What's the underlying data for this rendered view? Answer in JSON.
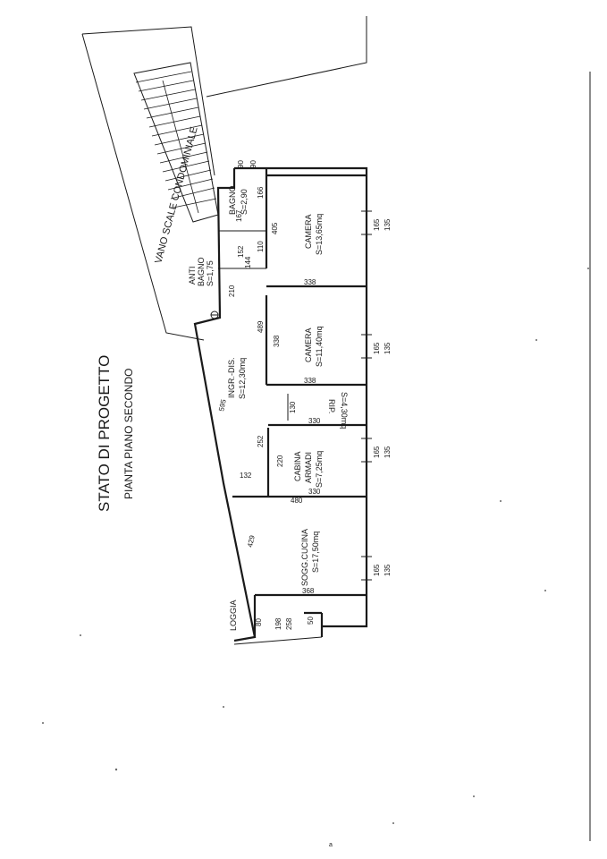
{
  "title": "STATO DI PROGETTO",
  "subtitle": "PIANTA PIANO SECONDO",
  "stair_label": "VANO SCALE CONDOMINIALE",
  "rooms": {
    "bagno": {
      "name": "BAGNO",
      "area": "S=2,90"
    },
    "antibagno": {
      "name1": "ANTI",
      "name2": "BAGNO",
      "area": "S=1,75"
    },
    "camera1": {
      "name": "CAMERA",
      "area": "S=13,65mq"
    },
    "camera2": {
      "name": "CAMERA",
      "area": "S=11,40mq"
    },
    "ingresso": {
      "name": "INGR.-DIS.",
      "area": "S=12,30mq"
    },
    "ripostiglio": {
      "name": "RIP.",
      "area": "S=4,30mq"
    },
    "cabina": {
      "name1": "CABINA",
      "name2": "ARMADI",
      "area": "S=7,25mq"
    },
    "soggiorno": {
      "name": "SOGG.CUCINA",
      "area": "S=17,50mq"
    },
    "loggia": {
      "name": "LOGGIA"
    }
  },
  "dimensions": {
    "top_a": "90",
    "top_b": "90",
    "d167": "167",
    "d166": "166",
    "d110": "110",
    "d405": "405",
    "d152": "152",
    "d144": "144",
    "d210": "210",
    "d338a": "338",
    "d489": "489",
    "d338b": "338",
    "d338c": "338",
    "d130": "130",
    "d330a": "330",
    "d252": "252",
    "d220": "220",
    "d330b": "330",
    "d132": "132",
    "d595": "595",
    "d480": "480",
    "d429": "429",
    "d368": "368",
    "d198": "198",
    "d258": "258",
    "d80": "80",
    "d50": "50",
    "win_165": "165",
    "win_135": "135"
  },
  "footer_mark": "a"
}
